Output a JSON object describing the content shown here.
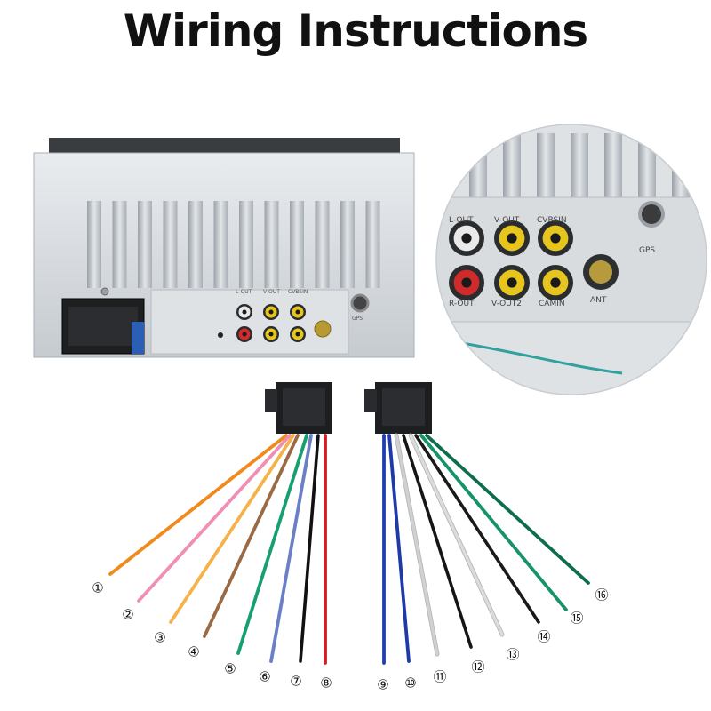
{
  "title": "Wiring Instructions",
  "unit_panel": {
    "rca_labels": [
      "L-OUT",
      "V-OUT",
      "CVBSIN"
    ],
    "gps_label": "GPS"
  },
  "zoom_panel": {
    "rca_top_labels": [
      "L-OUT",
      "V-OUT",
      "CVBSIN"
    ],
    "rca_bottom_labels": [
      "R-OUT",
      "V-OUT2",
      "CAMIN"
    ],
    "ant_label": "ANT",
    "gps_label": "GPS"
  },
  "wires": [
    {
      "number": "①",
      "color": "#f08a1c"
    },
    {
      "number": "②",
      "color": "#f08fb6"
    },
    {
      "number": "③",
      "color": "#f5b24a"
    },
    {
      "number": "④",
      "color": "#9a6a45"
    },
    {
      "number": "⑤",
      "color": "#16a070"
    },
    {
      "number": "⑥",
      "color": "#6b7fc6"
    },
    {
      "number": "⑦",
      "color": "#111111"
    },
    {
      "number": "⑧",
      "color": "#cc1f26"
    },
    {
      "number": "⑨",
      "color": "#1f3fb0"
    },
    {
      "number": "⑩",
      "color": "#1d3aa8"
    },
    {
      "number": "⑪",
      "color": "#cfd2cf"
    },
    {
      "number": "⑫",
      "color": "#151515"
    },
    {
      "number": "⑬",
      "color": "#dcdcdc"
    },
    {
      "number": "⑭",
      "color": "#1a1a1a"
    },
    {
      "number": "⑮",
      "color": "#17936a"
    },
    {
      "number": "⑯",
      "color": "#0f6d4b"
    }
  ]
}
